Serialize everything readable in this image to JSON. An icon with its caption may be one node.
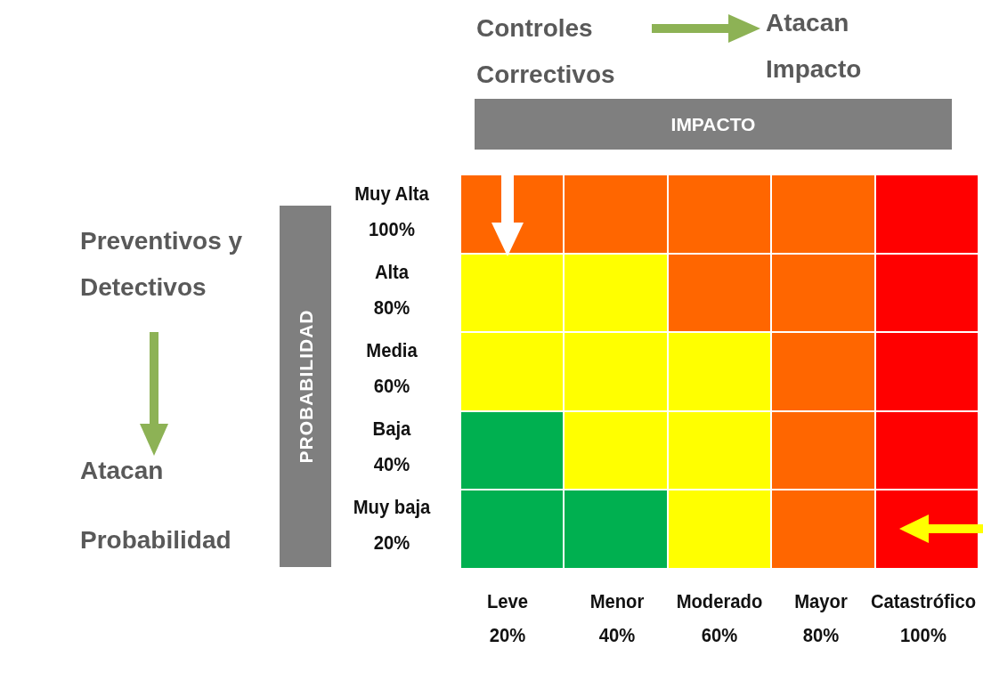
{
  "diagram": {
    "nodes": [
      {
        "text": [
          "Controles Correctivos"
        ]
      },
      {
        "text": [
          "Atacan Impacto"
        ]
      },
      {
        "text": [
          "IMPACTO"
        ]
      },
      {
        "text": [
          "PROBABILIDAD"
        ]
      },
      {
        "text": [
          "Preventivos y Detectivos"
        ]
      },
      {
        "text": [
          "Atacan Probabilidad"
        ]
      }
    ],
    "edges": [
      {
        "from": 0,
        "to": 1,
        "arrow": "to"
      },
      {
        "from": 4,
        "to": 5,
        "arrow": "to"
      }
    ],
    "labels": [
      "Muy Alta",
      "100%",
      "Alta",
      "80%",
      "Media",
      "60%",
      "Baja",
      "40%",
      "Muy baja",
      "20%",
      "Leve",
      "20%",
      "Menor",
      "40%",
      "Moderado",
      "60%",
      "Mayor",
      "80%",
      "Catastrófico",
      "100%"
    ]
  }
}
